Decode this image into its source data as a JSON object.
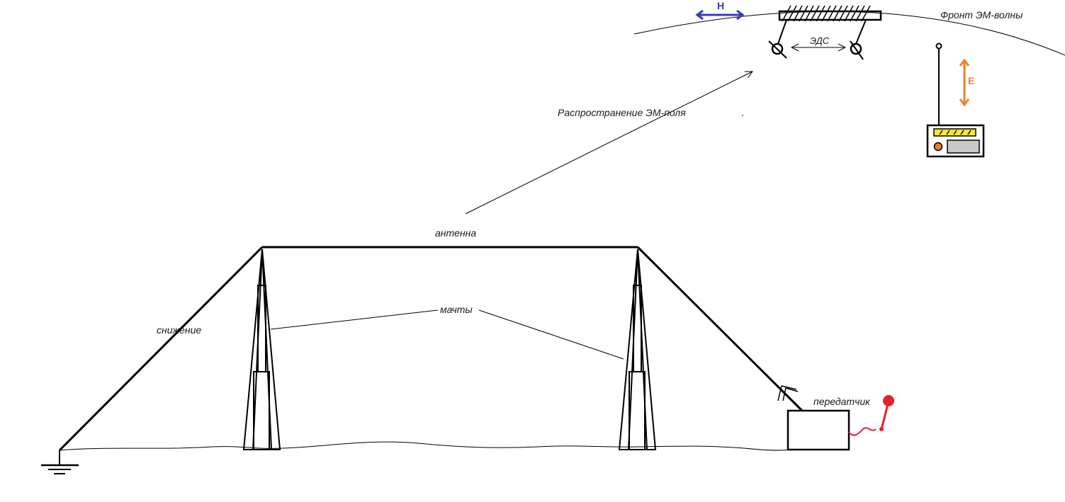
{
  "labels": {
    "antenna": "антенна",
    "masts": "мачты",
    "downlead": "снижение",
    "transmitter": "передатчик",
    "propagation": "Распространение ЭМ-поля",
    "wavefront": "Фронт ЭМ-волны",
    "emf": "ЭДС",
    "h_field": "H",
    "e_field": "E"
  },
  "colors": {
    "ink": "#000000",
    "h_field": "#3a3ab8",
    "e_field": "#f08030",
    "signal": "#e8202a",
    "receiver_scale": "#f5e82a",
    "receiver_screen": "#c8c8c8",
    "receiver_knob": "#f07a2a"
  },
  "icons": {
    "ground": "ground-symbol-icon",
    "mast": "mast-icon",
    "transmitter": "transmitter-box-icon",
    "microphone": "microphone-icon",
    "receiver": "radio-receiver-icon",
    "receiving_antenna": "receiving-antenna-icon",
    "ferrite_antenna": "ferrite-rod-antenna-icon"
  }
}
